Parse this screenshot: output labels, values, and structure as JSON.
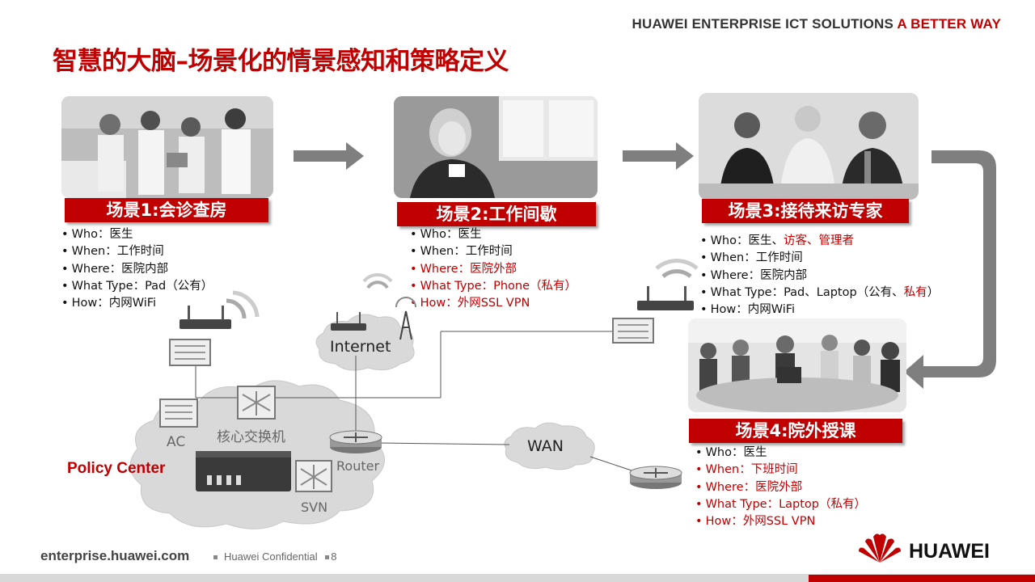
{
  "header": {
    "brand": "HUAWEI ENTERPRISE ICT SOLUTIONS",
    "tagline": "A BETTER WAY"
  },
  "title": "智慧的大脑–场景化的情景感知和策略定义",
  "scenes": [
    {
      "banner": "场景1:会诊查房",
      "bullets": [
        {
          "text": "Who：医生"
        },
        {
          "text": "When：工作时间"
        },
        {
          "text": "Where：医院内部"
        },
        {
          "text": "What Type：Pad（公有）"
        },
        {
          "text": "How：内网WiFi"
        }
      ]
    },
    {
      "banner": "场景2:工作间歇",
      "bullets": [
        {
          "text": "Who：医生"
        },
        {
          "text": "When：工作时间"
        },
        {
          "text": "Where：医院外部"
        },
        {
          "text": "What Type：Phone（私有）"
        },
        {
          "text": "How：外网SSL VPN"
        }
      ]
    },
    {
      "banner": "场景3:接待来访专家",
      "bullets": [
        {
          "text": "Who：医生、",
          "red": "访客、管理者"
        },
        {
          "text": "When：工作时间"
        },
        {
          "text": "Where：医院内部"
        },
        {
          "text": "What Type：Pad、Laptop（公有、",
          "red": "私有",
          "tail": "）"
        },
        {
          "text": "How：内网WiFi"
        }
      ]
    },
    {
      "banner": "场景4:院外授课",
      "bullets": [
        {
          "text": "Who：医生"
        },
        {
          "text": "When：下班时间"
        },
        {
          "text": "Where：医院外部"
        },
        {
          "text": "What Type：Laptop（私有）"
        },
        {
          "text": "How：外网SSL VPN"
        }
      ]
    }
  ],
  "network": {
    "internet": "Internet",
    "wan": "WAN",
    "core_switch": "核心交换机",
    "ac": "AC",
    "router": "Router",
    "svn": "SVN",
    "policy_center": "Policy Center"
  },
  "footer": {
    "site": "enterprise.huawei.com",
    "confidential": "Huawei Confidential",
    "page": "8",
    "logo": "HUAWEI"
  },
  "colors": {
    "accent": "#c00000",
    "arrow": "#7f7f7f",
    "cloud": "#d9d9d9"
  }
}
